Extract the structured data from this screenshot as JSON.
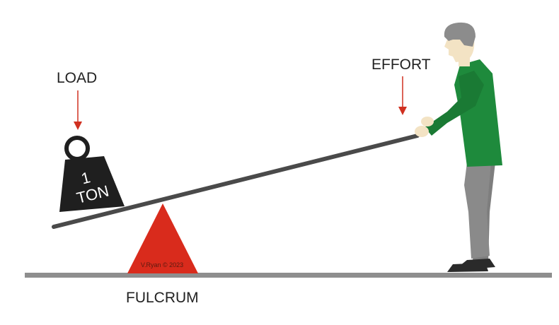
{
  "labels": {
    "load": "LOAD",
    "effort": "EFFORT",
    "fulcrum": "FULCRUM"
  },
  "weight": {
    "line1": "1",
    "line2": "TON"
  },
  "credit": "V.Ryan © 2023",
  "colors": {
    "arrow": "#d03020",
    "fulcrum": "#d92b1c",
    "ground": "#8e8e8e",
    "lever": "#4a4a4a",
    "weight": "#1f1f1f",
    "shirt": "#1e8a3c",
    "trousers": "#8a8a8a",
    "skin": "#f3e3c4",
    "hair": "#8c8c8c",
    "shoes": "#2a2a2a"
  }
}
